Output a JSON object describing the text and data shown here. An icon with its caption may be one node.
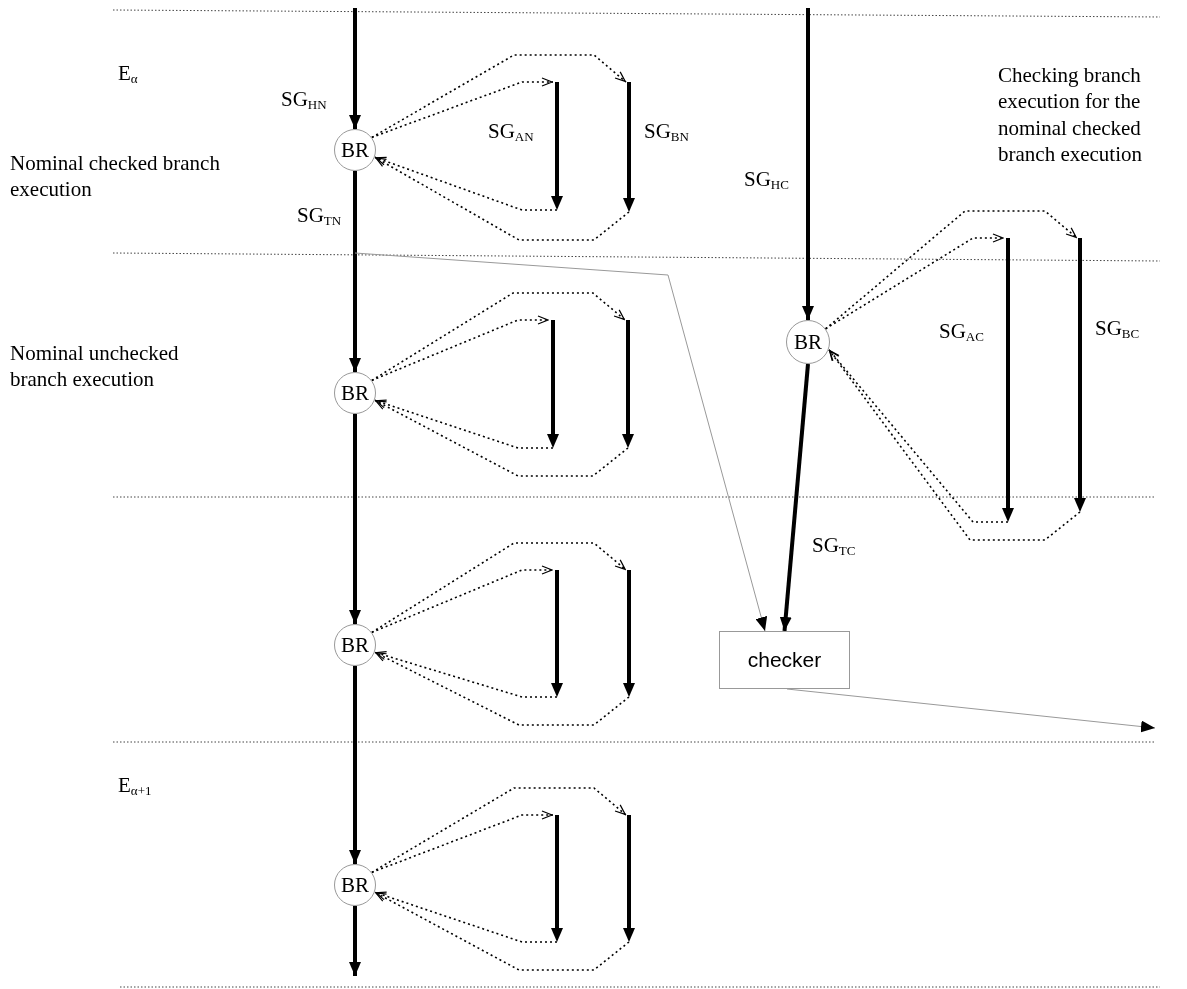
{
  "diagram": {
    "nodes": [
      {
        "text": [
          "BR"
        ]
      },
      {
        "text": [],
        "shape": "bar",
        "beside": [
          "SG$_{AN}$"
        ]
      },
      {
        "text": [],
        "shape": "bar",
        "beside": [
          "SG$_{BN}$"
        ]
      },
      {
        "text": [
          "BR"
        ]
      },
      {
        "text": [],
        "shape": "bar"
      },
      {
        "text": [],
        "shape": "bar"
      },
      {
        "text": [
          "BR"
        ]
      },
      {
        "text": [],
        "shape": "bar"
      },
      {
        "text": [],
        "shape": "bar"
      },
      {
        "text": [
          "BR"
        ]
      },
      {
        "text": [],
        "shape": "bar"
      },
      {
        "text": [],
        "shape": "bar"
      },
      {
        "text": [
          "BR"
        ]
      },
      {
        "text": [],
        "shape": "bar",
        "beside": [
          "SG$_{AC}$"
        ]
      },
      {
        "text": [],
        "shape": "bar",
        "beside": [
          "SG$_{BC}$"
        ]
      },
      {
        "text": [
          "checker"
        ]
      }
    ],
    "edges": [
      {
        "from": null,
        "to": 0,
        "arrow": "to",
        "style": "thick",
        "label": "SG$_{HN}$"
      },
      {
        "from": 0,
        "to": 3,
        "arrow": "to",
        "style": "thick",
        "label": "SG$_{TN}$"
      },
      {
        "from": 3,
        "to": 6,
        "arrow": "to",
        "style": "thick"
      },
      {
        "from": 6,
        "to": 9,
        "arrow": "to",
        "style": "thick"
      },
      {
        "from": 9,
        "to": null,
        "arrow": "to",
        "style": "thick"
      },
      {
        "from": null,
        "to": 12,
        "arrow": "to",
        "style": "thick",
        "label": "SG$_{HC}$"
      },
      {
        "from": 12,
        "to": 15,
        "arrow": "to",
        "style": "thick",
        "label": "SG$_{TC}$"
      },
      {
        "from": null,
        "to": 15,
        "arrow": "to",
        "color": "#999999"
      },
      {
        "from": 15,
        "to": null,
        "arrow": "to",
        "color": "#999999"
      },
      {
        "from": 0,
        "to": 1,
        "arrow": "to",
        "style": "dashed"
      },
      {
        "from": 0,
        "to": 2,
        "arrow": "to",
        "style": "dashed"
      },
      {
        "from": 1,
        "to": 0,
        "arrow": "to",
        "style": "dashed"
      },
      {
        "from": 2,
        "to": 0,
        "arrow": "to",
        "style": "dashed"
      },
      {
        "from": 3,
        "to": 4,
        "arrow": "to",
        "style": "dashed"
      },
      {
        "from": 3,
        "to": 5,
        "arrow": "to",
        "style": "dashed"
      },
      {
        "from": 4,
        "to": 3,
        "arrow": "to",
        "style": "dashed"
      },
      {
        "from": 5,
        "to": 3,
        "arrow": "to",
        "style": "dashed"
      },
      {
        "from": 6,
        "to": 7,
        "arrow": "to",
        "style": "dashed"
      },
      {
        "from": 6,
        "to": 8,
        "arrow": "to",
        "style": "dashed"
      },
      {
        "from": 7,
        "to": 6,
        "arrow": "to",
        "style": "dashed"
      },
      {
        "from": 8,
        "to": 6,
        "arrow": "to",
        "style": "dashed"
      },
      {
        "from": 9,
        "to": 10,
        "arrow": "to",
        "style": "dashed"
      },
      {
        "from": 9,
        "to": 11,
        "arrow": "to",
        "style": "dashed"
      },
      {
        "from": 10,
        "to": 9,
        "arrow": "to",
        "style": "dashed"
      },
      {
        "from": 11,
        "to": 9,
        "arrow": "to",
        "style": "dashed"
      },
      {
        "from": 12,
        "to": 13,
        "arrow": "to",
        "style": "dashed"
      },
      {
        "from": 12,
        "to": 14,
        "arrow": "to",
        "style": "dashed"
      },
      {
        "from": 13,
        "to": 12,
        "arrow": "to",
        "style": "dashed"
      },
      {
        "from": 14,
        "to": 12,
        "arrow": "to",
        "style": "dashed"
      }
    ],
    "labels": [
      "E$_{α}$",
      "Nominal checked branch execution",
      "Nominal unchecked branch execution",
      "E$_{α+1}$",
      "Checking branch execution for the nominal checked branch execution"
    ]
  }
}
